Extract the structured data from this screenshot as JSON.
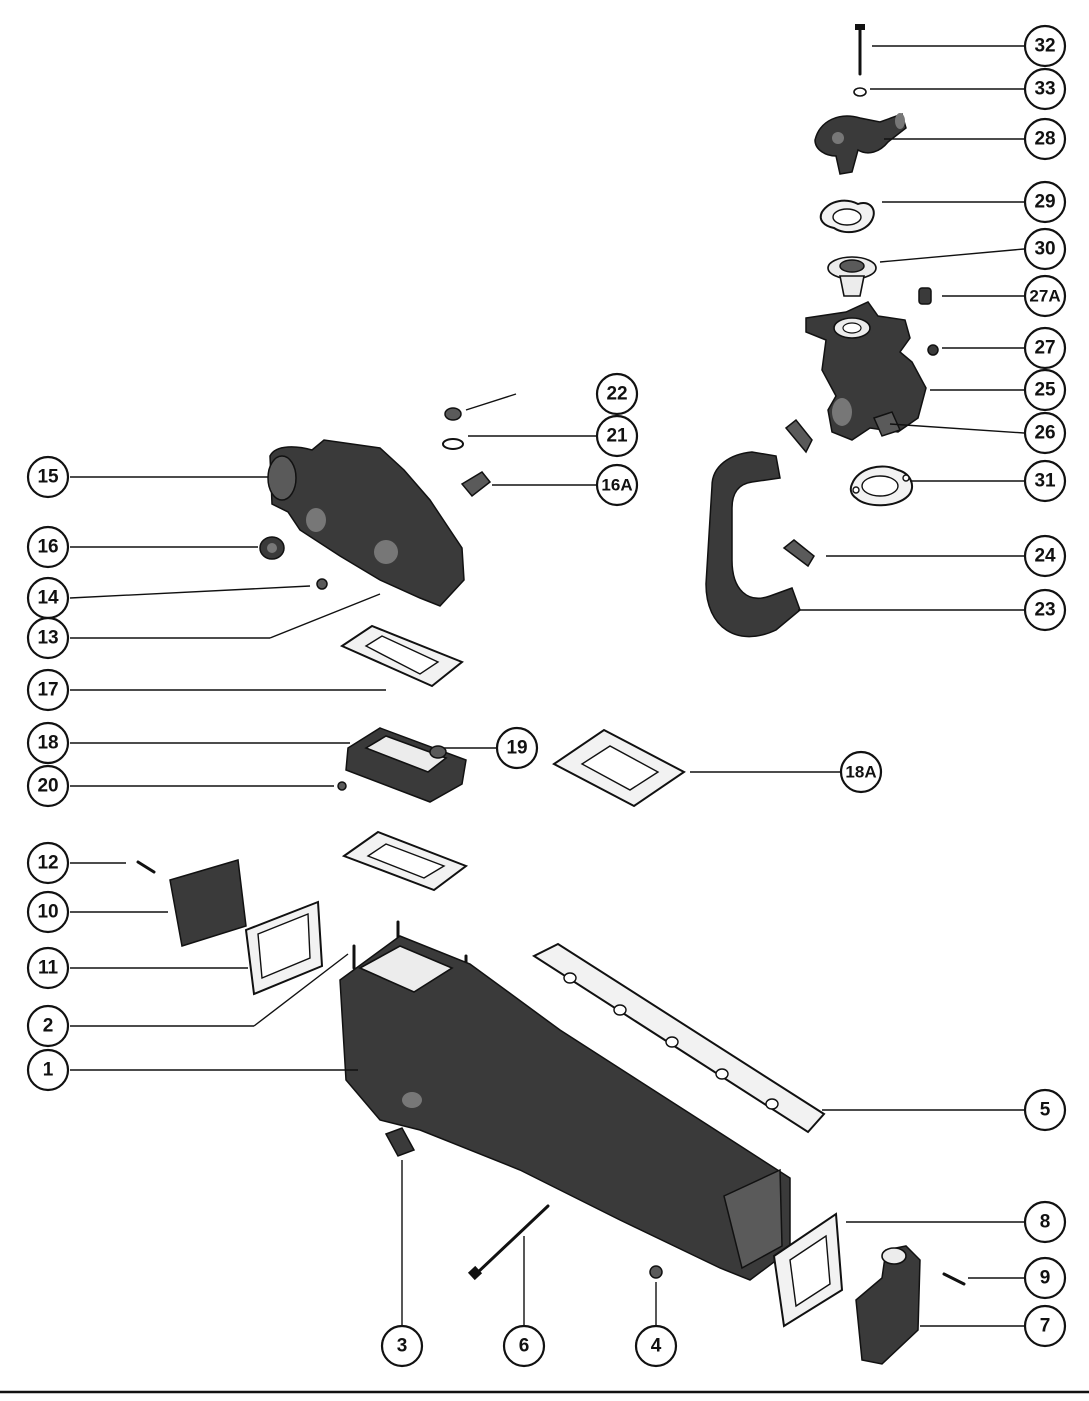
{
  "callouts": [
    {
      "id": "32",
      "label": "32"
    },
    {
      "id": "33",
      "label": "33"
    },
    {
      "id": "28",
      "label": "28"
    },
    {
      "id": "29",
      "label": "29"
    },
    {
      "id": "30",
      "label": "30"
    },
    {
      "id": "27A",
      "label": "27A"
    },
    {
      "id": "27",
      "label": "27"
    },
    {
      "id": "25",
      "label": "25"
    },
    {
      "id": "26",
      "label": "26"
    },
    {
      "id": "31",
      "label": "31"
    },
    {
      "id": "24",
      "label": "24"
    },
    {
      "id": "23",
      "label": "23"
    },
    {
      "id": "22",
      "label": "22"
    },
    {
      "id": "21",
      "label": "21"
    },
    {
      "id": "16A",
      "label": "16A"
    },
    {
      "id": "15",
      "label": "15"
    },
    {
      "id": "16",
      "label": "16"
    },
    {
      "id": "14",
      "label": "14"
    },
    {
      "id": "13",
      "label": "13"
    },
    {
      "id": "17",
      "label": "17"
    },
    {
      "id": "18",
      "label": "18"
    },
    {
      "id": "19",
      "label": "19"
    },
    {
      "id": "18A",
      "label": "18A"
    },
    {
      "id": "20",
      "label": "20"
    },
    {
      "id": "12",
      "label": "12"
    },
    {
      "id": "10",
      "label": "10"
    },
    {
      "id": "11",
      "label": "11"
    },
    {
      "id": "2",
      "label": "2"
    },
    {
      "id": "1",
      "label": "1"
    },
    {
      "id": "5",
      "label": "5"
    },
    {
      "id": "8",
      "label": "8"
    },
    {
      "id": "9",
      "label": "9"
    },
    {
      "id": "7",
      "label": "7"
    },
    {
      "id": "3",
      "label": "3"
    },
    {
      "id": "6",
      "label": "6"
    },
    {
      "id": "4",
      "label": "4"
    }
  ]
}
